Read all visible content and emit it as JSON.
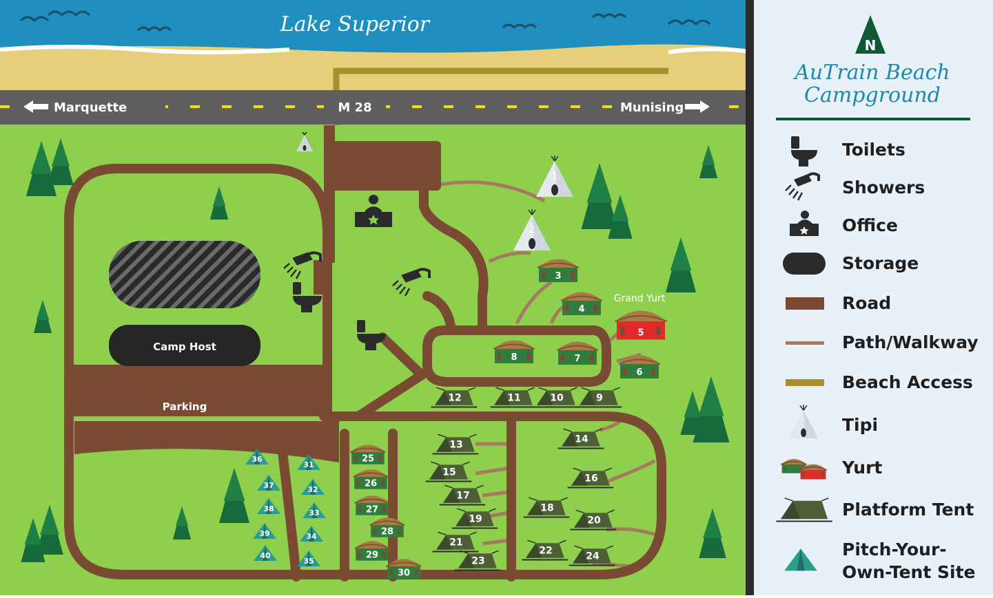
{
  "map": {
    "lake_label": "Lake Superior",
    "road_label": "M 28",
    "west_label": "Marquette",
    "east_label": "Munising",
    "camp_host_label": "Camp Host",
    "parking_label": "Parking",
    "grand_yurt_label": "Grand Yurt"
  },
  "legend": {
    "north": "N",
    "title_line1": "AuTrain Beach",
    "title_line2": "Campground",
    "items": [
      {
        "label": "Toilets",
        "icon": "toilet-icon"
      },
      {
        "label": "Showers",
        "icon": "shower-icon"
      },
      {
        "label": "Office",
        "icon": "office-icon"
      },
      {
        "label": "Storage",
        "icon": "storage-icon"
      },
      {
        "label": "Road",
        "icon": "road-swatch",
        "color": "#7a4a33"
      },
      {
        "label": "Path/Walkway",
        "icon": "path-swatch",
        "color": "#a67a5f"
      },
      {
        "label": "Beach Access",
        "icon": "beach-access-swatch",
        "color": "#a88e2f"
      },
      {
        "label": "Tipi",
        "icon": "tipi-icon"
      },
      {
        "label": "Yurt",
        "icon": "yurt-icon"
      },
      {
        "label": "Platform Tent",
        "icon": "platform-tent-icon"
      },
      {
        "label": "Pitch-Your-",
        "label2": "Own-Tent Site",
        "icon": "pitch-tent-icon"
      }
    ]
  },
  "sites": {
    "tipis": [
      "1",
      "2"
    ],
    "yurts": [
      "3",
      "4",
      "5",
      "6",
      "7",
      "8",
      "25",
      "26",
      "27",
      "28",
      "29",
      "30"
    ],
    "platform_tents": [
      "9",
      "10",
      "11",
      "12",
      "13",
      "14",
      "15",
      "16",
      "17",
      "18",
      "19",
      "20",
      "21",
      "22",
      "23",
      "24"
    ],
    "pitch_sites": [
      "31",
      "32",
      "33",
      "34",
      "35",
      "36",
      "37",
      "38",
      "39",
      "40"
    ]
  },
  "colors": {
    "grass": "#8fcf4e",
    "road": "#7a4a33",
    "path": "#a67a5f",
    "beach_access": "#a88e2f",
    "lake": "#1f8fc0",
    "sand": "#e6cf7a",
    "highway": "#5f5f5f",
    "yurt_green": "#2e7d3e",
    "grand_yurt": "#e12a2a",
    "tent": "#4e5f38",
    "pitch_tent": "#2a9d8f",
    "legend_bg": "#e8f1f8",
    "title": "#1a8aa8"
  }
}
